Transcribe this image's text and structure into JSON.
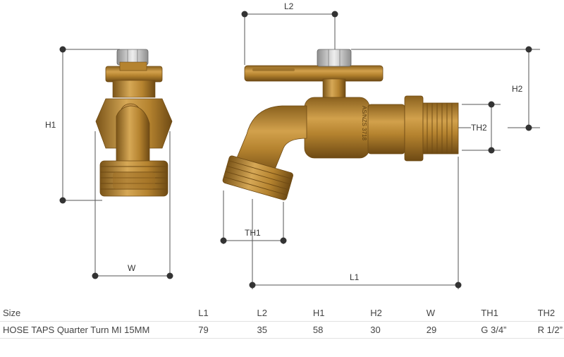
{
  "dimensions": {
    "labels": {
      "h1": "H1",
      "w": "W",
      "l2": "L2",
      "h2": "H2",
      "th2": "TH2",
      "th1": "TH1",
      "l1": "L1"
    }
  },
  "table": {
    "headers": [
      "Size",
      "L1",
      "L2",
      "H1",
      "H2",
      "W",
      "TH1",
      "TH2"
    ],
    "rows": [
      [
        "HOSE TAPS Quarter Turn MI 15MM",
        "79",
        "35",
        "58",
        "30",
        "29",
        "G 3/4”",
        "R 1/2”"
      ]
    ]
  },
  "colors": {
    "brass": "#b5832f",
    "brass_dark": "#7a5418",
    "brass_light": "#d6a856",
    "nut": "#c9c9c9",
    "dimension_line": "#555555"
  }
}
